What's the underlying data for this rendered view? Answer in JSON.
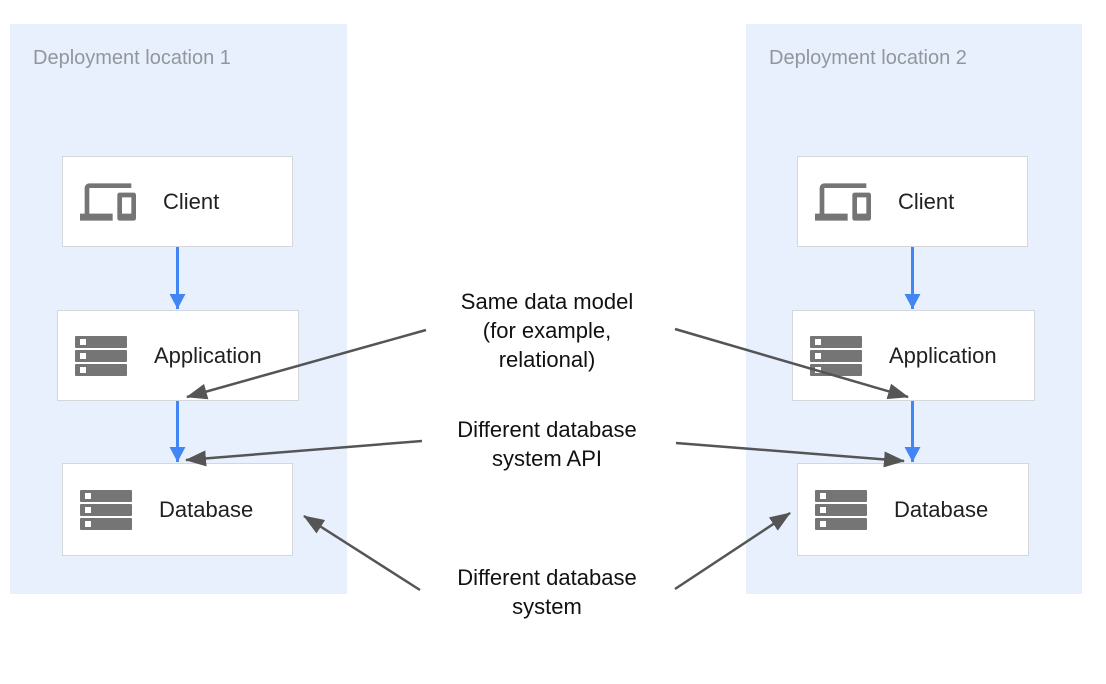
{
  "panels": [
    {
      "title": "Deployment location 1",
      "nodes": [
        {
          "label": "Client",
          "icon": "devices-icon"
        },
        {
          "label": "Application",
          "icon": "server-stack-icon"
        },
        {
          "label": "Database",
          "icon": "server-stack-icon"
        }
      ]
    },
    {
      "title": "Deployment location 2",
      "nodes": [
        {
          "label": "Client",
          "icon": "devices-icon"
        },
        {
          "label": "Application",
          "icon": "server-stack-icon"
        },
        {
          "label": "Database",
          "icon": "server-stack-icon"
        }
      ]
    }
  ],
  "annotations": [
    {
      "lines": [
        "Same data model",
        "(for example,",
        "relational)"
      ]
    },
    {
      "lines": [
        "Different database",
        "system API"
      ]
    },
    {
      "lines": [
        "Different database",
        "system"
      ]
    }
  ],
  "colors": {
    "panel_background": "#e8f0fe",
    "flow_arrow_blue": "#4285f4",
    "annotation_arrow_gray": "#555555",
    "icon_gray": "#757575",
    "panel_title_gray": "#92979d",
    "box_border": "#d5d7da",
    "box_label": "#212121",
    "annotation_text": "#111111"
  }
}
